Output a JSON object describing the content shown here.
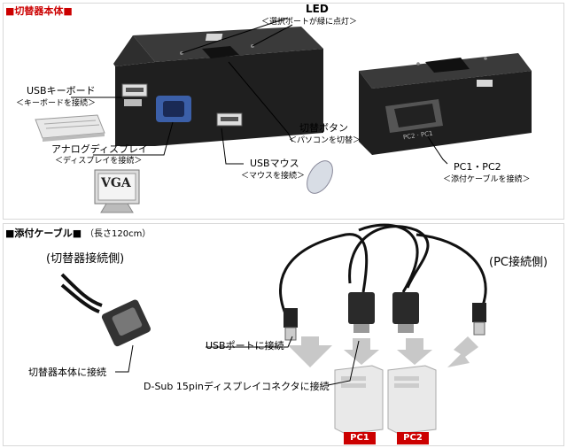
{
  "section1": {
    "title": "■切替器本体■",
    "led": {
      "label": "LED",
      "sub": "＜選択ポートが緑に点灯＞"
    },
    "usb_keyboard": {
      "label": "USBキーボード",
      "sub": "＜キーボードを接続＞"
    },
    "analog_display": {
      "label": "アナログディスプレイ",
      "sub": "＜ディスプレイを接続＞"
    },
    "switch_button": {
      "label": "切替ボタン",
      "sub": "＜パソコンを切替＞"
    },
    "usb_mouse": {
      "label": "USBマウス",
      "sub": "＜マウスを接続＞"
    },
    "pc_ports": {
      "label": "PC1・PC2",
      "sub": "＜添付ケーブルを接続＞"
    },
    "vga_logo": "VGA",
    "unit_port_label": "PC2 · PC1"
  },
  "section2": {
    "title": "■添付ケーブル■",
    "length_note": "（長さ120cm）",
    "switch_side": "(切替器接続側)",
    "pc_side": "(PC接続側)",
    "usb_port": "USBポートに接続",
    "connect_body": "切替器本体に接続",
    "dsub": "D-Sub 15pinディスプレイコネクタに接続",
    "pc1": "PC1",
    "pc2": "PC2"
  },
  "colors": {
    "accent": "#cc0000",
    "device": "#2a2a2a"
  }
}
